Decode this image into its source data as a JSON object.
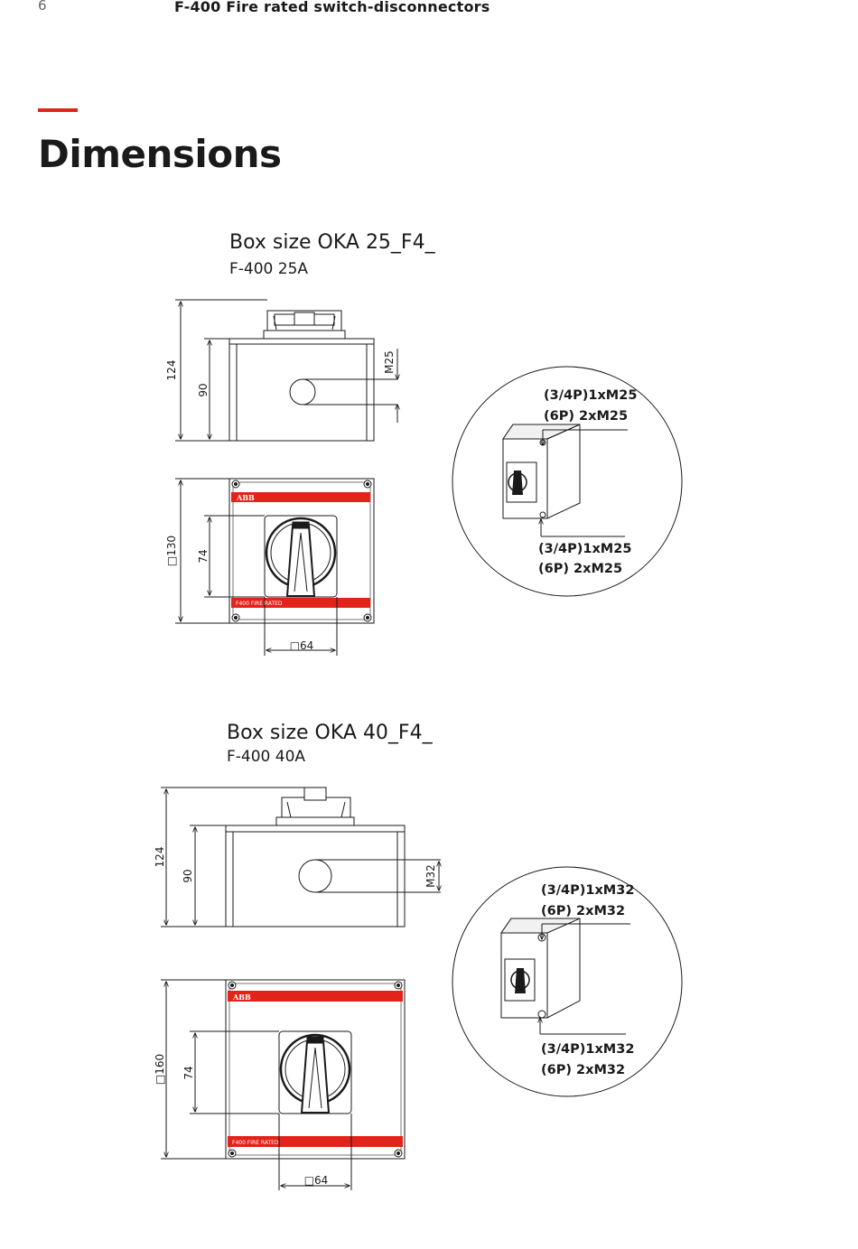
{
  "header": {
    "page_number": "6",
    "running_title": "F-400 Fire rated switch-disconnectors"
  },
  "page_title": "Dimensions",
  "colors": {
    "accent_red": "#e2231a",
    "line": "#1a1a1a"
  },
  "box1": {
    "title": "Box size OKA 25_F4_",
    "subtitle": "F-400 25A",
    "dims": {
      "side_total": "124",
      "side_body": "90",
      "gland": "M25",
      "front_size": "□130",
      "front_handle": "74",
      "front_width": "□64"
    },
    "front_brand": "ABB",
    "front_stripe": "F400 FIRE RATED",
    "callout_top": [
      "(3/4P)1xM25",
      "(6P) 2xM25"
    ],
    "callout_bottom": [
      "(3/4P)1xM25",
      "(6P) 2xM25"
    ]
  },
  "box2": {
    "title": "Box size OKA 40_F4_",
    "subtitle": "F-400 40A",
    "dims": {
      "side_total": "124",
      "side_body": "90",
      "gland": "M32",
      "front_size": "□160",
      "front_handle": "74",
      "front_width": "□64"
    },
    "front_brand": "ABB",
    "front_stripe": "F400 FIRE RATED",
    "callout_top": [
      "(3/4P)1xM32",
      "(6P) 2xM32"
    ],
    "callout_bottom": [
      "(3/4P)1xM32",
      "(6P) 2xM32"
    ]
  }
}
